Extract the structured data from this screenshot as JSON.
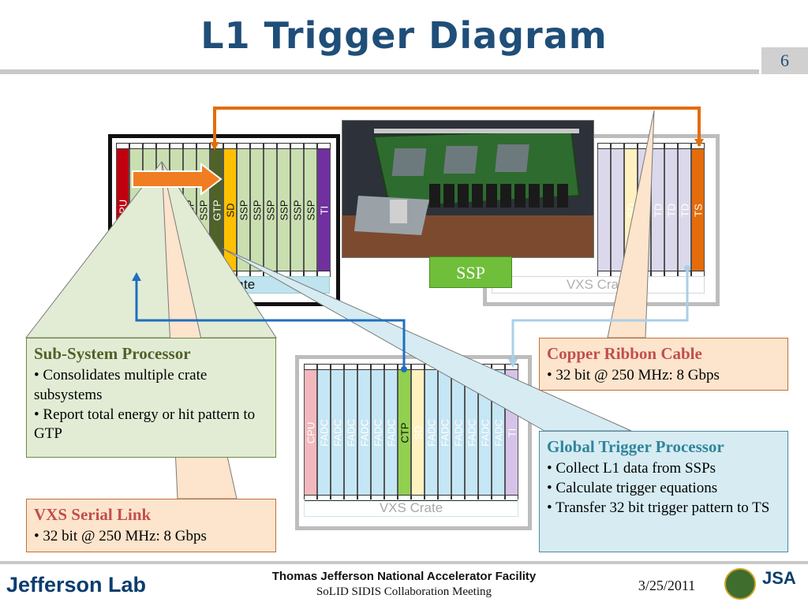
{
  "title": "L1 Trigger Diagram",
  "slide_number": "6",
  "crate1": {
    "label": "VXS Crate",
    "slots": [
      {
        "label": "CPU",
        "color": "#c0000f",
        "text": "#ffffff"
      },
      {
        "label": "SSP",
        "color": "#c9dfb0",
        "text": "#111111"
      },
      {
        "label": "SSP",
        "color": "#c9dfb0",
        "text": "#111111"
      },
      {
        "label": "SSP",
        "color": "#c9dfb0",
        "text": "#111111"
      },
      {
        "label": "SSP",
        "color": "#c9dfb0",
        "text": "#111111"
      },
      {
        "label": "SSP",
        "color": "#c9dfb0",
        "text": "#111111"
      },
      {
        "label": "SSP",
        "color": "#c9dfb0",
        "text": "#111111"
      },
      {
        "label": "GTP",
        "color": "#4f6228",
        "text": "#ffffff"
      },
      {
        "label": "SD",
        "color": "#ffc000",
        "text": "#111111"
      },
      {
        "label": "SSP",
        "color": "#c9dfb0",
        "text": "#111111"
      },
      {
        "label": "SSP",
        "color": "#c9dfb0",
        "text": "#111111"
      },
      {
        "label": "SSP",
        "color": "#c9dfb0",
        "text": "#111111"
      },
      {
        "label": "SSP",
        "color": "#c9dfb0",
        "text": "#111111"
      },
      {
        "label": "SSP",
        "color": "#c9dfb0",
        "text": "#111111"
      },
      {
        "label": "SSP",
        "color": "#c9dfb0",
        "text": "#111111"
      },
      {
        "label": "TI",
        "color": "#7030a0",
        "text": "#ffffff"
      }
    ]
  },
  "crate2": {
    "label": "VXS Crate",
    "slots": [
      {
        "label": "",
        "color": "#dcd8ec",
        "text": "#ffffff"
      },
      {
        "label": "",
        "color": "#dcd8ec",
        "text": "#ffffff"
      },
      {
        "label": "SD",
        "color": "#fff2c0",
        "text": "#ffffff"
      },
      {
        "label": "TD",
        "color": "#dcd8ec",
        "text": "#ffffff"
      },
      {
        "label": "TD",
        "color": "#dcd8ec",
        "text": "#ffffff"
      },
      {
        "label": "TD",
        "color": "#dcd8ec",
        "text": "#ffffff"
      },
      {
        "label": "TD",
        "color": "#dcd8ec",
        "text": "#ffffff"
      },
      {
        "label": "TS",
        "color": "#e46c0a",
        "text": "#ffffff"
      }
    ]
  },
  "crate3": {
    "label": "VXS Crate",
    "slots": [
      {
        "label": "CPU",
        "color": "#f2b8bd",
        "text": "#ffffff"
      },
      {
        "label": "FADC",
        "color": "#c5e6f5",
        "text": "#ffffff"
      },
      {
        "label": "FADC",
        "color": "#c5e6f5",
        "text": "#ffffff"
      },
      {
        "label": "FADC",
        "color": "#c5e6f5",
        "text": "#ffffff"
      },
      {
        "label": "FADC",
        "color": "#c5e6f5",
        "text": "#ffffff"
      },
      {
        "label": "FADC",
        "color": "#c5e6f5",
        "text": "#ffffff"
      },
      {
        "label": "FADC",
        "color": "#c5e6f5",
        "text": "#ffffff"
      },
      {
        "label": "CTP",
        "color": "#92d050",
        "text": "#111111"
      },
      {
        "label": "SD",
        "color": "#fff2c0",
        "text": "#ffffff"
      },
      {
        "label": "FADC",
        "color": "#c5e6f5",
        "text": "#ffffff"
      },
      {
        "label": "FADC",
        "color": "#c5e6f5",
        "text": "#ffffff"
      },
      {
        "label": "FADC",
        "color": "#c5e6f5",
        "text": "#ffffff"
      },
      {
        "label": "FADC",
        "color": "#c5e6f5",
        "text": "#ffffff"
      },
      {
        "label": "FADC",
        "color": "#c5e6f5",
        "text": "#ffffff"
      },
      {
        "label": "FADC",
        "color": "#c5e6f5",
        "text": "#ffffff"
      },
      {
        "label": "TI",
        "color": "#d6c3e8",
        "text": "#ffffff"
      }
    ]
  },
  "ssp_photo_label": "SSP",
  "callouts": {
    "ssp": {
      "heading": "Sub-System Processor",
      "bullets": [
        "• Consolidates multiple crate subsystems",
        "• Report total energy or hit pattern to GTP"
      ]
    },
    "vxs": {
      "heading": "VXS Serial Link",
      "bullets": [
        "• 32 bit @ 250 MHz: 8 Gbps"
      ]
    },
    "copper": {
      "heading": "Copper Ribbon Cable",
      "bullets": [
        "• 32 bit @ 250 MHz: 8 Gbps"
      ]
    },
    "gtp": {
      "heading": "Global Trigger Processor",
      "bullets": [
        "• Collect L1 data from SSPs",
        "• Calculate trigger equations",
        "• Transfer 32 bit trigger pattern to TS"
      ]
    }
  },
  "footer": {
    "logo_left": "Jefferson Lab",
    "line1": "Thomas Jefferson National Accelerator Facility",
    "line2": "SoLID SIDIS Collaboration Meeting",
    "date": "3/25/2011",
    "logo_right": "JSA"
  },
  "colors": {
    "title": "#1f4e79",
    "orange_cable": "#e46c0a",
    "blue_cable": "#1f6fbf",
    "ssp_callout_bg": "#e2ecd5",
    "orange_callout_bg": "#fde4cc",
    "blue_callout_bg": "#d6ecf2"
  }
}
